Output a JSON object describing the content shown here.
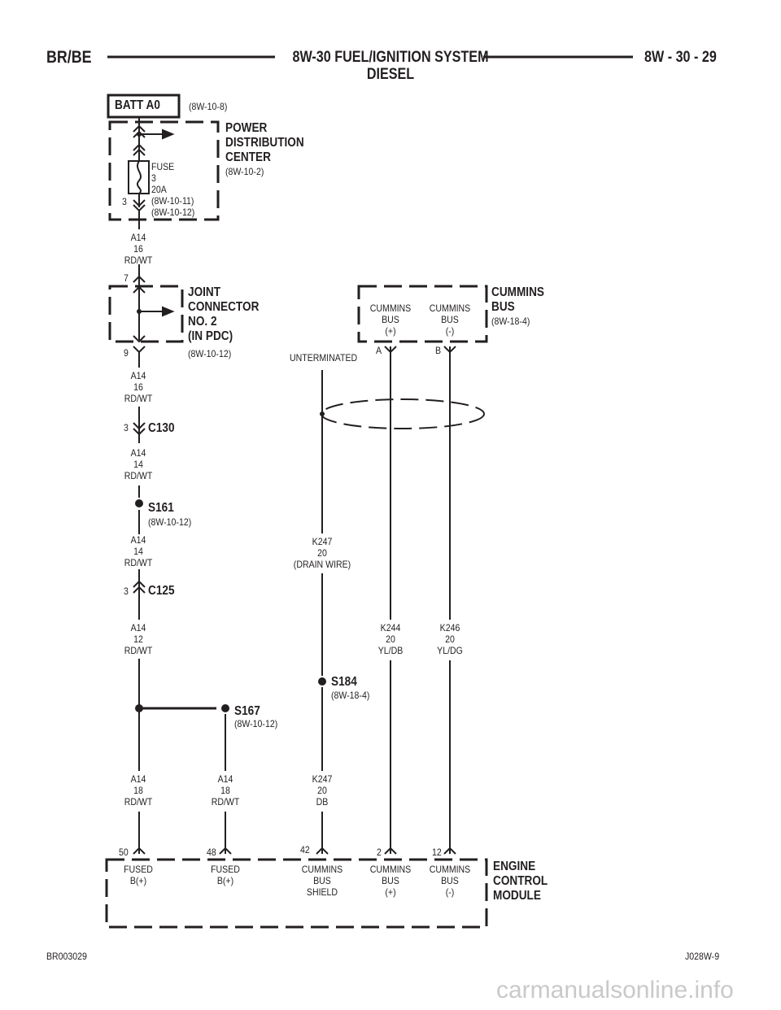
{
  "header": {
    "left": "BR/BE",
    "center_line1": "8W-30 FUEL/IGNITION SYSTEM",
    "center_line2": "DIESEL",
    "right": "8W - 30 - 29"
  },
  "batt": {
    "label": "BATT A0",
    "ref": "(8W-10-8)"
  },
  "pdc": {
    "name_line1": "POWER",
    "name_line2": "DISTRIBUTION",
    "name_line3": "CENTER",
    "ref": "(8W-10-2)",
    "fuse_line1": "FUSE",
    "fuse_line2": "3",
    "fuse_line3": "20A",
    "fuse_ref1": "(8W-10-11)",
    "fuse_ref2": "(8W-10-12)",
    "fuse_pin": "3"
  },
  "wire1": {
    "circuit": "A14",
    "gauge": "16",
    "color": "RD/WT"
  },
  "joint": {
    "pin_in": "7",
    "pin_out": "9",
    "name_line1": "JOINT",
    "name_line2": "CONNECTOR",
    "name_line3": "NO. 2",
    "name_line4": "(IN PDC)",
    "ref": "(8W-10-12)"
  },
  "wire2": {
    "circuit": "A14",
    "gauge": "16",
    "color": "RD/WT"
  },
  "c130": {
    "pin": "3",
    "name": "C130"
  },
  "wire3": {
    "circuit": "A14",
    "gauge": "14",
    "color": "RD/WT"
  },
  "s161": {
    "name": "S161",
    "ref": "(8W-10-12)"
  },
  "wire4": {
    "circuit": "A14",
    "gauge": "14",
    "color": "RD/WT"
  },
  "c125": {
    "pin": "3",
    "name": "C125"
  },
  "wire5": {
    "circuit": "A14",
    "gauge": "12",
    "color": "RD/WT"
  },
  "s167": {
    "name": "S167",
    "ref": "(8W-10-12)"
  },
  "wire6": {
    "circuit": "A14",
    "gauge": "18",
    "color": "RD/WT"
  },
  "wire7": {
    "circuit": "A14",
    "gauge": "18",
    "color": "RD/WT"
  },
  "cummins_bus": {
    "name_line1": "CUMMINS",
    "name_line2": "BUS",
    "ref": "(8W-18-4)",
    "pos_line1": "CUMMINS",
    "pos_line2": "BUS",
    "pos_line3": "(+)",
    "neg_line1": "CUMMINS",
    "neg_line2": "BUS",
    "neg_line3": "(-)",
    "pin_a": "A",
    "pin_b": "B"
  },
  "unterminated": "UNTERMINATED",
  "drain": {
    "circuit": "K247",
    "gauge": "20",
    "color": "(DRAIN WIRE)"
  },
  "k244": {
    "circuit": "K244",
    "gauge": "20",
    "color": "YL/DB"
  },
  "k246": {
    "circuit": "K246",
    "gauge": "20",
    "color": "YL/DG"
  },
  "s184": {
    "name": "S184",
    "ref": "(8W-18-4)"
  },
  "k247b": {
    "circuit": "K247",
    "gauge": "20",
    "color": "DB"
  },
  "ecm": {
    "name_line1": "ENGINE",
    "name_line2": "CONTROL",
    "name_line3": "MODULE",
    "pins": [
      {
        "pin": "50",
        "line1": "FUSED",
        "line2": "B(+)",
        "line3": ""
      },
      {
        "pin": "48",
        "line1": "FUSED",
        "line2": "B(+)",
        "line3": ""
      },
      {
        "pin": "42",
        "line1": "CUMMINS",
        "line2": "BUS",
        "line3": "SHIELD"
      },
      {
        "pin": "2",
        "line1": "CUMMINS",
        "line2": "BUS",
        "line3": "(+)"
      },
      {
        "pin": "12",
        "line1": "CUMMINS",
        "line2": "BUS",
        "line3": "(-)"
      }
    ]
  },
  "footer": {
    "left": "BR003029",
    "right": "J028W-9"
  },
  "watermark": "carmanualsonline.info"
}
